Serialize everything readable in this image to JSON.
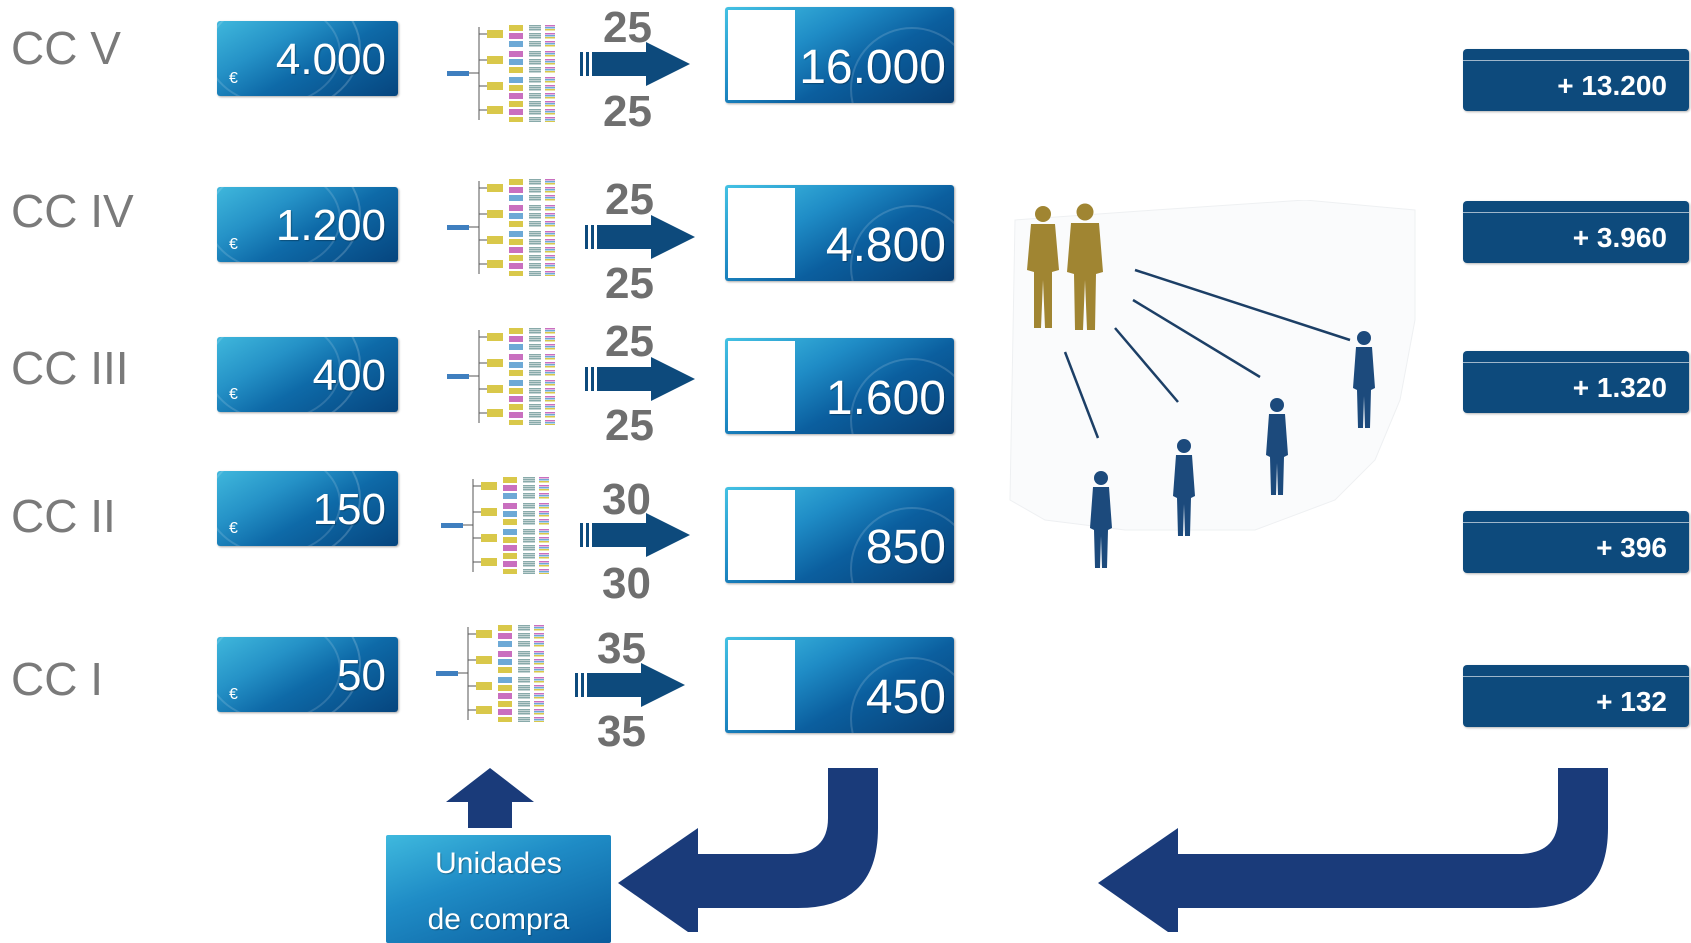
{
  "rows": [
    {
      "level": "CC V",
      "currency": "€",
      "amount": "4.000",
      "ratio_top": "25",
      "ratio_bottom": "25",
      "result": "16.000",
      "delta": "+  13.200"
    },
    {
      "level": "CC IV",
      "currency": "€",
      "amount": "1.200",
      "ratio_top": "25",
      "ratio_bottom": "25",
      "result": "4.800",
      "delta": "+  3.960"
    },
    {
      "level": "CC III",
      "currency": "€",
      "amount": "400",
      "ratio_top": "25",
      "ratio_bottom": "25",
      "result": "1.600",
      "delta": "+  1.320"
    },
    {
      "level": "CC II",
      "currency": "€",
      "amount": "150",
      "ratio_top": "30",
      "ratio_bottom": "30",
      "result": "850",
      "delta": "+   396"
    },
    {
      "level": "CC I",
      "currency": "€",
      "amount": "50",
      "ratio_top": "35",
      "ratio_bottom": "35",
      "result": "450",
      "delta": "+   132"
    }
  ],
  "unidades": {
    "line1": "Unidades",
    "line2": "de compra"
  },
  "colors": {
    "label_gray": "#7a7a7a",
    "ratio_gray": "#6f6f6f",
    "arrow_blue": "#0d4a7c",
    "big_arrow_navy": "#1a3b7a",
    "people_gold": "#a08532",
    "people_blue": "#1c4a7c"
  },
  "icons": [
    "org-chart-icon",
    "right-arrow-icon",
    "up-arrow-icon",
    "curved-arrow-icon",
    "businesspeople-icon",
    "person-silhouette-icon"
  ]
}
